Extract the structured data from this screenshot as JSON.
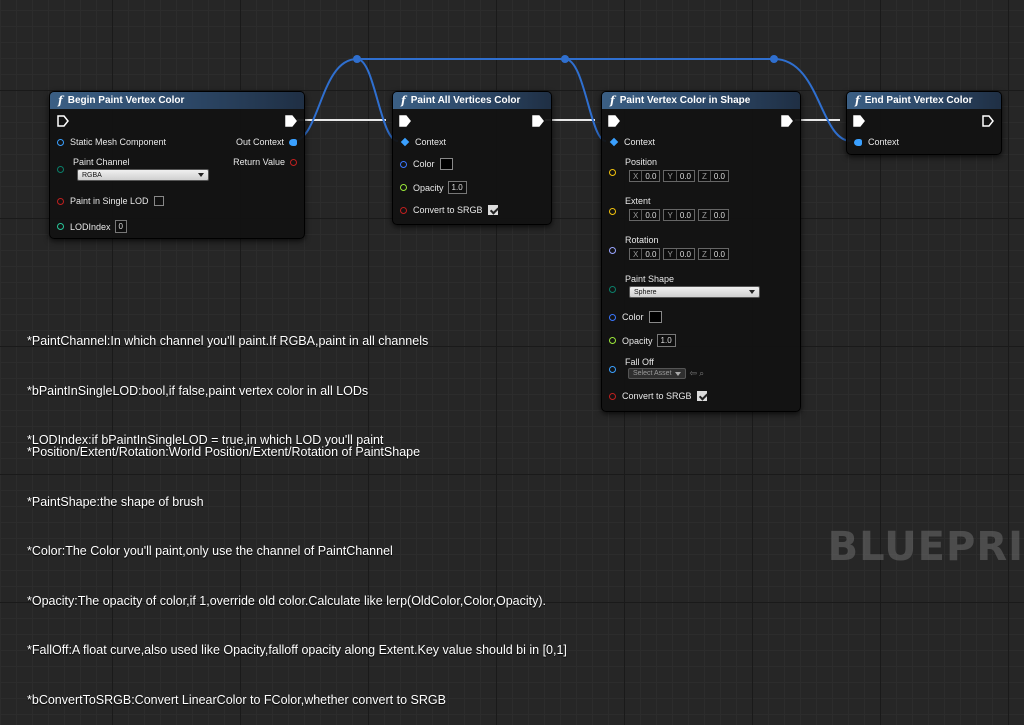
{
  "colors": {
    "header": "#3b5f84",
    "exec": "#ffffff",
    "object_pin": "#3aa0ff",
    "bool_pin": "#c0201f",
    "byte_pin": "#0a7f6a",
    "int_pin": "#28c79a",
    "vector_pin": "#f2c10c",
    "rotator_pin": "#9aa5ff",
    "linear_color_pin": "#3a77ff",
    "float_pin": "#9be83a",
    "wire_blue": "#2f6fcf"
  },
  "nodes": {
    "begin": {
      "title": "Begin Paint Vertex Color",
      "static_mesh": "Static Mesh Component",
      "out_context": "Out Context",
      "paint_channel": "Paint Channel",
      "paint_channel_value": "RGBA",
      "return_value": "Return Value",
      "single_lod": "Paint in Single LOD",
      "lod_index": "LODIndex",
      "lod_index_value": "0"
    },
    "all": {
      "title": "Paint All Vertices Color",
      "context": "Context",
      "color": "Color",
      "opacity": "Opacity",
      "opacity_value": "1.0",
      "srgb": "Convert to SRGB"
    },
    "shape": {
      "title": "Paint Vertex Color in Shape",
      "context": "Context",
      "position": "Position",
      "extent": "Extent",
      "rotation": "Rotation",
      "axis_x": "X",
      "axis_y": "Y",
      "axis_z": "Z",
      "zero": "0.0",
      "paint_shape": "Paint Shape",
      "paint_shape_value": "Sphere",
      "color": "Color",
      "opacity": "Opacity",
      "opacity_value": "1.0",
      "falloff": "Fall Off",
      "select_asset": "Select Asset",
      "srgb": "Convert to SRGB"
    },
    "end": {
      "title": "End Paint Vertex Color",
      "context": "Context"
    }
  },
  "notes": {
    "block1": [
      "*PaintChannel:In which channel you'll paint.If RGBA,paint in all channels",
      "*bPaintInSingleLOD:bool,if false,paint vertex color in all LODs",
      "*LODIndex:if bPaintInSingleLOD = true,in which LOD you'll paint"
    ],
    "block2": [
      "*Position/Extent/Rotation:World Position/Extent/Rotation of PaintShape",
      "*PaintShape:the shape of brush",
      "*Color:The Color you'll paint,only use the channel of PaintChannel",
      "*Opacity:The opacity of color,if 1,override old color.Calculate like lerp(OldColor,Color,Opacity).",
      "*FallOff:A float curve,also used like Opacity,falloff opacity along Extent.Key value should bi in [0,1]",
      "*bConvertToSRGB:Convert LinearColor to FColor,whether convert to SRGB"
    ]
  },
  "watermark": "BLUEPRI"
}
